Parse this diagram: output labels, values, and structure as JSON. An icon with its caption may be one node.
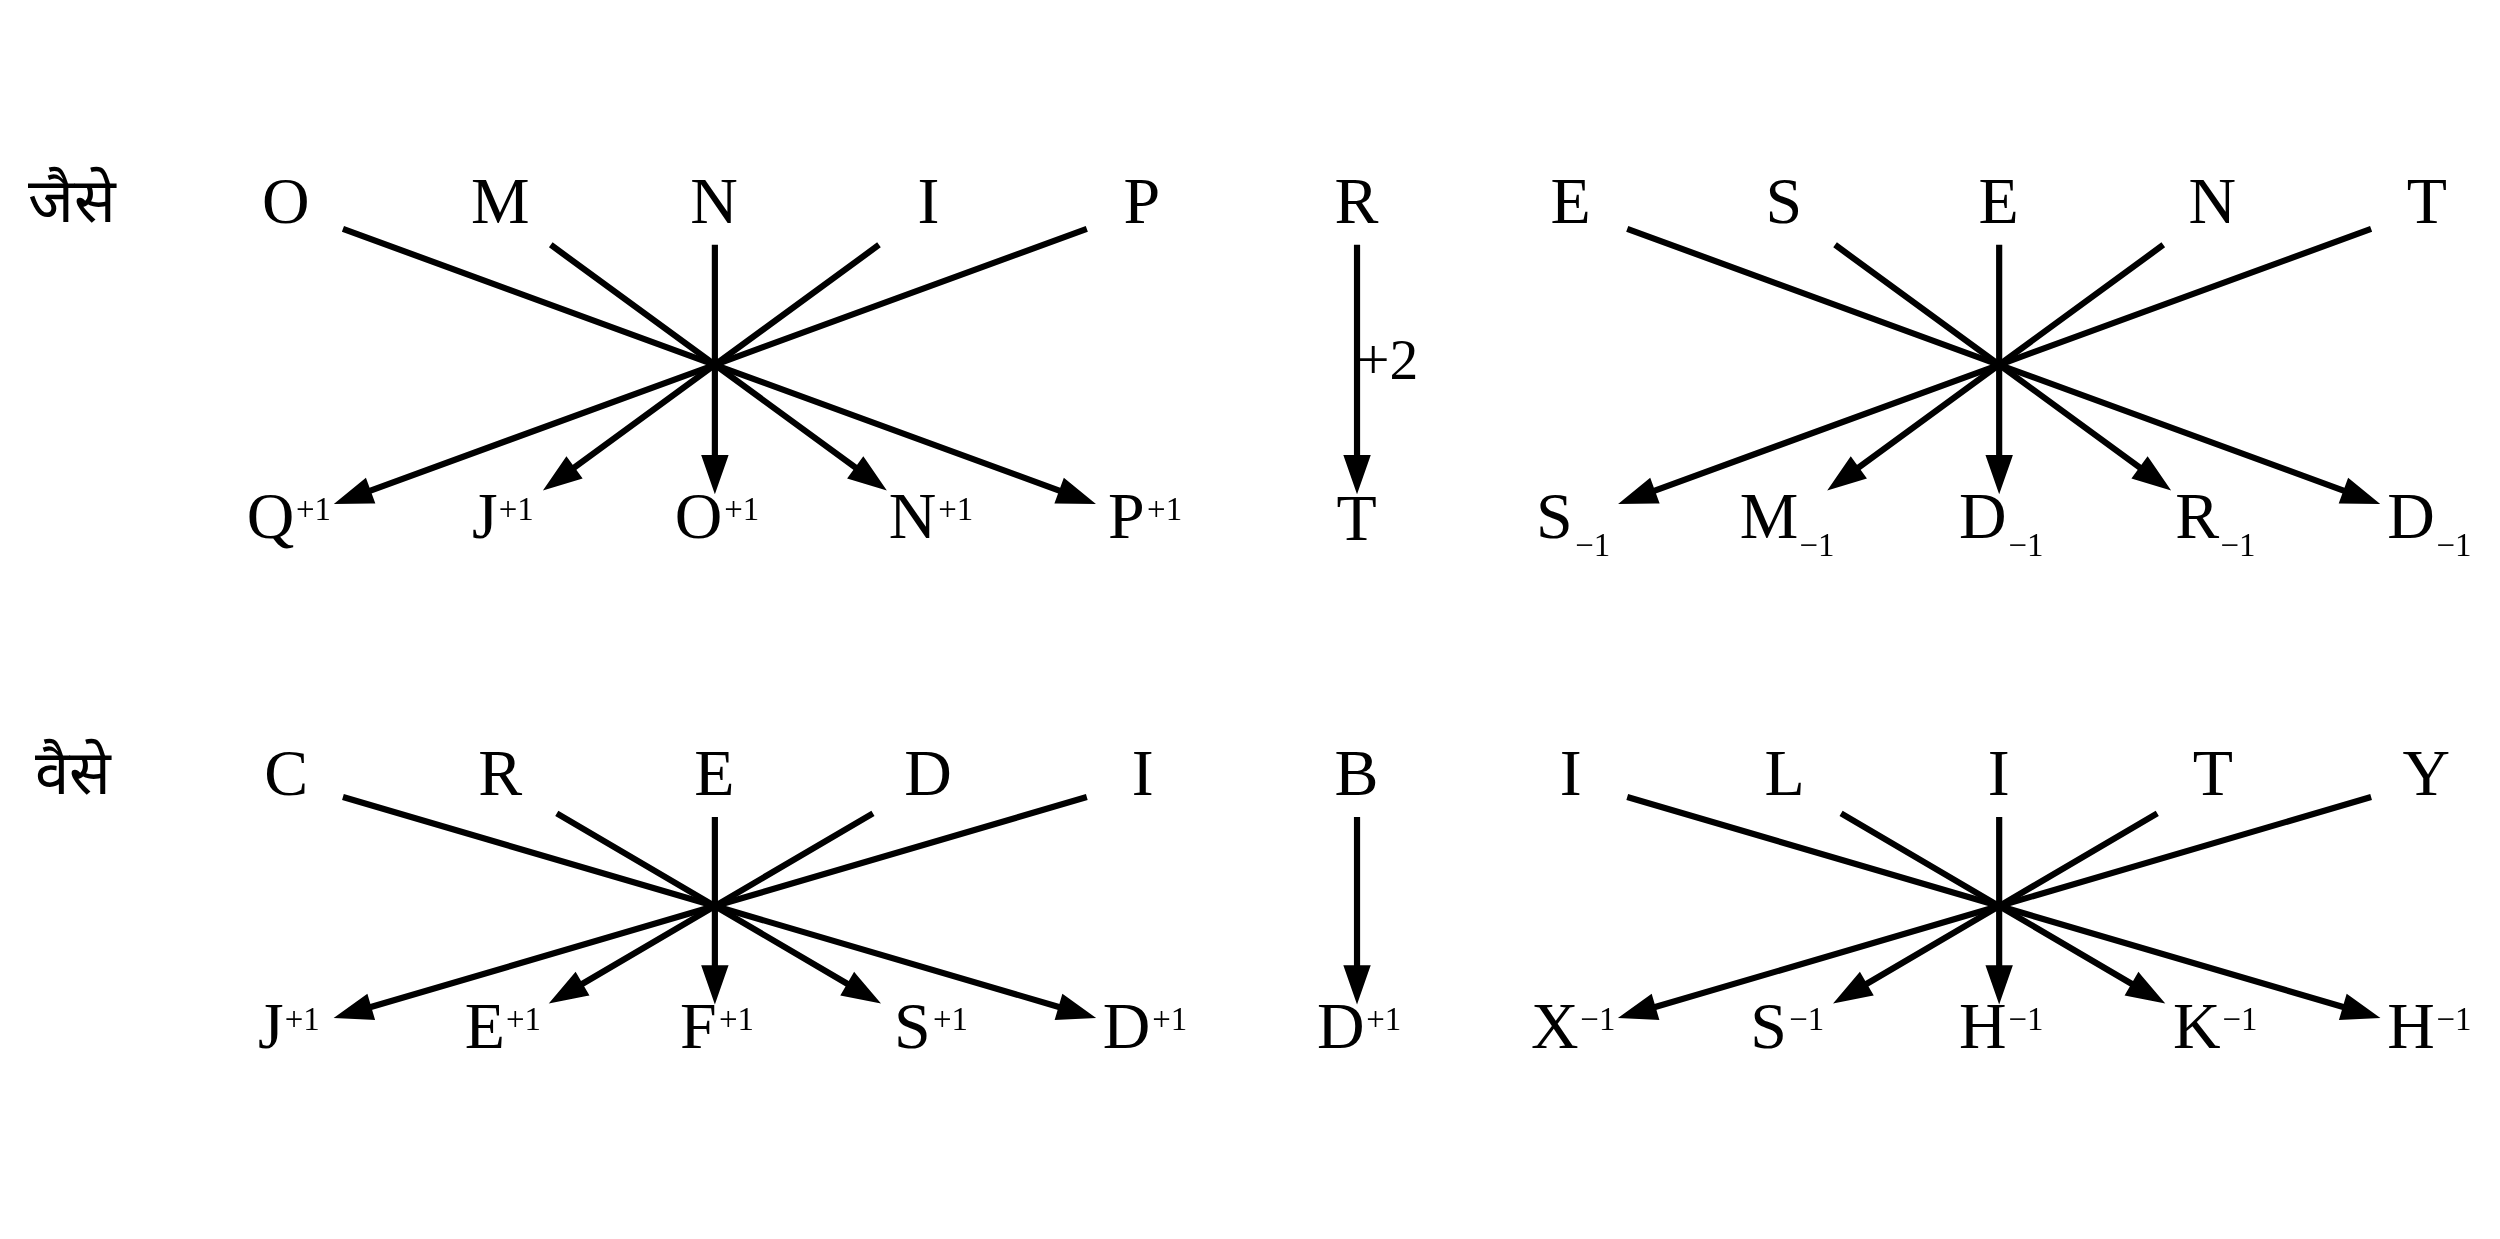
{
  "diagram": {
    "nodes": [
      {
        "text": [
          "O"
        ]
      },
      {
        "text": [
          "M"
        ]
      },
      {
        "text": [
          "N"
        ]
      },
      {
        "text": [
          "I"
        ]
      },
      {
        "text": [
          "P"
        ]
      },
      {
        "text": [
          "R"
        ]
      },
      {
        "text": [
          "E"
        ]
      },
      {
        "text": [
          "S"
        ]
      },
      {
        "text": [
          "E"
        ]
      },
      {
        "text": [
          "N"
        ]
      },
      {
        "text": [
          "T"
        ]
      },
      {
        "text": [
          "Q$^{+1}$"
        ]
      },
      {
        "text": [
          "J$^{+1}$"
        ]
      },
      {
        "text": [
          "O$^{+1}$"
        ]
      },
      {
        "text": [
          "N$^{+1}$"
        ]
      },
      {
        "text": [
          "P$^{+1}$"
        ]
      },
      {
        "text": [
          "T"
        ]
      },
      {
        "text": [
          "S$_{−1}$"
        ]
      },
      {
        "text": [
          "M$_{−1}$"
        ]
      },
      {
        "text": [
          "D$_{−1}$"
        ]
      },
      {
        "text": [
          "R$_{−1}$"
        ]
      },
      {
        "text": [
          "D$_{−1}$"
        ]
      },
      {
        "text": [
          "C"
        ]
      },
      {
        "text": [
          "R"
        ]
      },
      {
        "text": [
          "E"
        ]
      },
      {
        "text": [
          "D"
        ]
      },
      {
        "text": [
          "I"
        ]
      },
      {
        "text": [
          "B"
        ]
      },
      {
        "text": [
          "I"
        ]
      },
      {
        "text": [
          "L"
        ]
      },
      {
        "text": [
          "I"
        ]
      },
      {
        "text": [
          "T"
        ]
      },
      {
        "text": [
          "Y"
        ]
      },
      {
        "text": [
          "J$^{+1}$"
        ]
      },
      {
        "text": [
          "E$^{+1}$"
        ]
      },
      {
        "text": [
          "F$^{+1}$"
        ]
      },
      {
        "text": [
          "S$^{+1}$"
        ]
      },
      {
        "text": [
          "D$^{+1}$"
        ]
      },
      {
        "text": [
          "D$^{+1}$"
        ]
      },
      {
        "text": [
          "X$^{−1}$"
        ]
      },
      {
        "text": [
          "S$^{−1}$"
        ]
      },
      {
        "text": [
          "H$^{−1}$"
        ]
      },
      {
        "text": [
          "K$^{−1}$"
        ]
      },
      {
        "text": [
          "H$^{−1}$"
        ]
      }
    ],
    "edges": [
      {
        "from": 0,
        "to": 15,
        "arrow": "to"
      },
      {
        "from": 1,
        "to": 14,
        "arrow": "to"
      },
      {
        "from": 2,
        "to": 13,
        "arrow": "to"
      },
      {
        "from": 3,
        "to": 12,
        "arrow": "to"
      },
      {
        "from": 4,
        "to": 11,
        "arrow": "to"
      },
      {
        "from": 5,
        "to": 16,
        "arrow": "to",
        "label": "+2"
      },
      {
        "from": 6,
        "to": 21,
        "arrow": "to"
      },
      {
        "from": 7,
        "to": 20,
        "arrow": "to"
      },
      {
        "from": 8,
        "to": 19,
        "arrow": "to"
      },
      {
        "from": 9,
        "to": 18,
        "arrow": "to"
      },
      {
        "from": 10,
        "to": 17,
        "arrow": "to"
      },
      {
        "from": 22,
        "to": 37,
        "arrow": "to"
      },
      {
        "from": 23,
        "to": 36,
        "arrow": "to"
      },
      {
        "from": 24,
        "to": 35,
        "arrow": "to"
      },
      {
        "from": 25,
        "to": 34,
        "arrow": "to"
      },
      {
        "from": 26,
        "to": 33,
        "arrow": "to"
      },
      {
        "from": 27,
        "to": 38,
        "arrow": "to"
      },
      {
        "from": 28,
        "to": 43,
        "arrow": "to"
      },
      {
        "from": 29,
        "to": 42,
        "arrow": "to"
      },
      {
        "from": 30,
        "to": 41,
        "arrow": "to"
      },
      {
        "from": 31,
        "to": 40,
        "arrow": "to"
      },
      {
        "from": 32,
        "to": 39,
        "arrow": "to"
      }
    ],
    "labels": [
      "जैसे",
      "वैसे"
    ]
  }
}
